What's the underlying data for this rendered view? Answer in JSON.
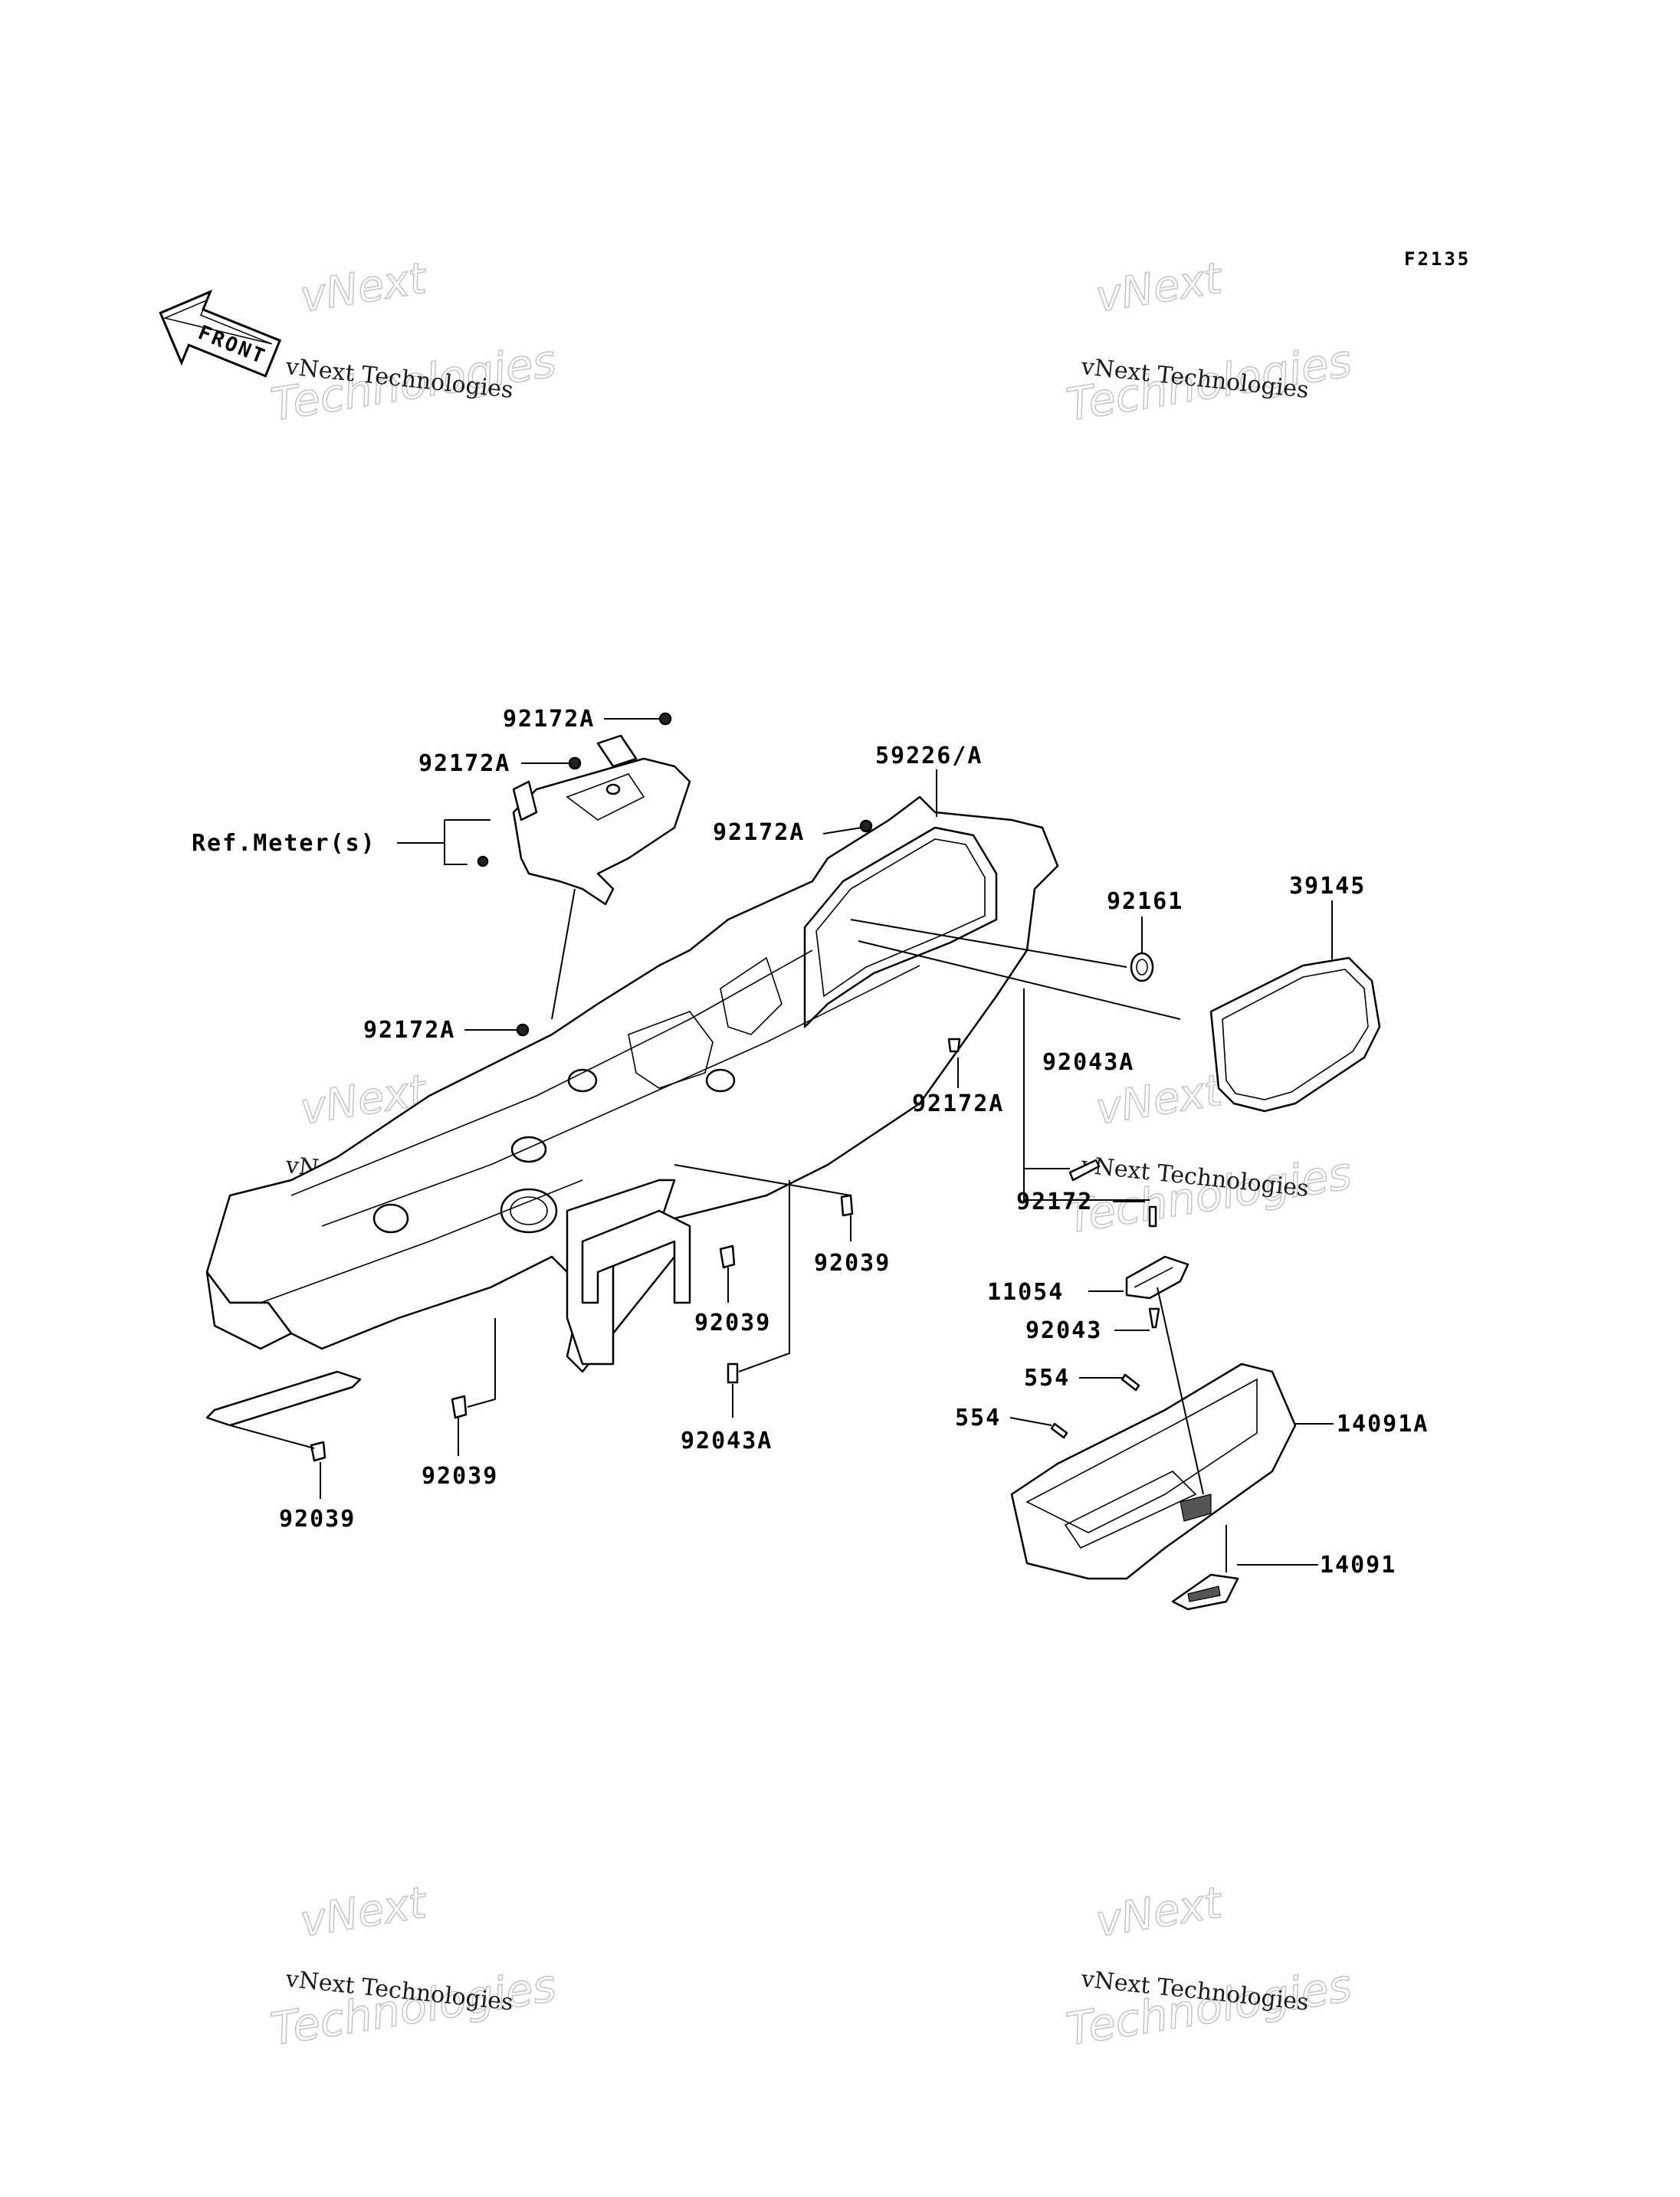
{
  "figure_code": "F2135",
  "front_indicator": "FRONT",
  "watermark": {
    "line0": "vNext",
    "line1": "vNext Technologies",
    "line2": "Technologies"
  },
  "parts": {
    "p92172A_top": "92172A",
    "p92172A_upper": "92172A",
    "ref_meter": "Ref.Meter(s)",
    "p59226A": "59226/A",
    "p92172A_mid": "92172A",
    "p92161": "92161",
    "p39145": "39145",
    "p92172A_left": "92172A",
    "p92172A_right": "92172A",
    "p92043A_upper": "92043A",
    "p92172": "92172",
    "p11054": "11054",
    "p92043": "92043",
    "p554_a": "554",
    "p554_b": "554",
    "p14091A": "14091A",
    "p14091": "14091",
    "p92039_a": "92039",
    "p92039_b": "92039",
    "p92039_c": "92039",
    "p92039_d": "92039",
    "p92043A_lower": "92043A"
  }
}
